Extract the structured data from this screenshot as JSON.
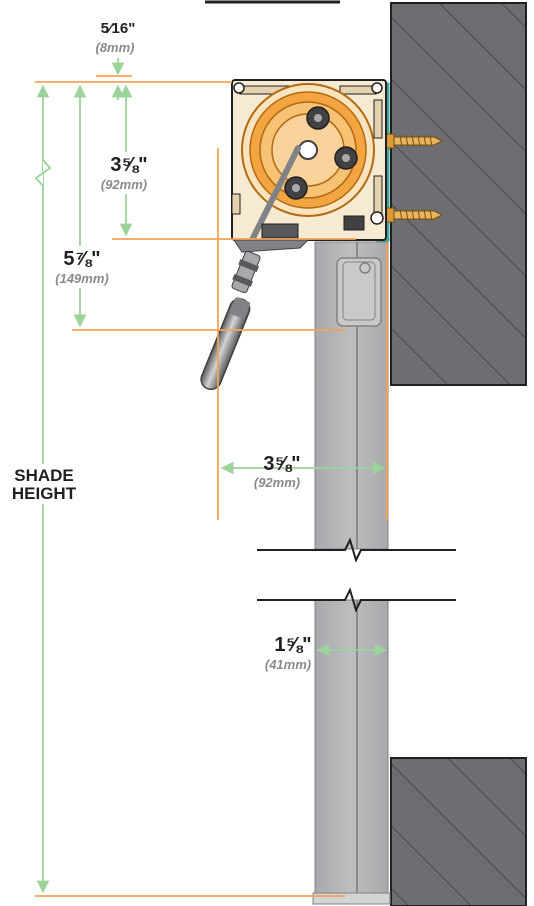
{
  "dimensions": {
    "bracket_offset": {
      "imperial": "5⁄16\"",
      "metric": "(8mm)"
    },
    "roller_height": {
      "imperial": "3⅝\"",
      "metric": "(92mm)"
    },
    "headrail_drop": {
      "imperial": "5⅞\"",
      "metric": "(149mm)"
    },
    "projection": {
      "imperial": "3⅝\"",
      "metric": "(92mm)"
    },
    "fabric_clearance": {
      "imperial": "1⅝\"",
      "metric": "(41mm)"
    }
  },
  "labels": {
    "shade_height_line1": "SHADE",
    "shade_height_line2": "HEIGHT"
  },
  "colors": {
    "dimension_green": "#9bd39b",
    "dimension_orange": "#f5a25a",
    "wall_gray": "#6d6e71",
    "fabric_gray": "#b1b3b6",
    "roller_orange": "#f2a541",
    "housing_cream": "#f7ead3",
    "screw_brass": "#d99a3c"
  },
  "icons": {
    "wall": "hatched-wall-section",
    "headrail": "roller-shade-headrail",
    "crank": "crank-handle-icon",
    "screw": "lag-screw-icon"
  }
}
